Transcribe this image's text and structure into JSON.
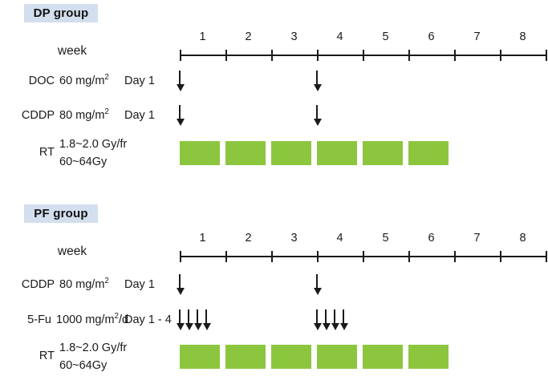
{
  "figure": {
    "type": "treatment-schedule-timeline",
    "accent_green": "#8cc63f",
    "label_background": "#d3deee",
    "axis_color": "#1a1a1a"
  },
  "timeline": {
    "axis_label": "week",
    "week_numbers": [
      "1",
      "2",
      "3",
      "4",
      "5",
      "6",
      "7",
      "8"
    ],
    "tick_count": 9,
    "weeks_total": 8
  },
  "groups": [
    {
      "id": "dp",
      "title": "DP group",
      "week_label": "week",
      "rows": [
        {
          "id": "doc",
          "name": "DOC",
          "dose_prefix": "60 mg/m",
          "dose_sup": "2",
          "schedule": "Day 1",
          "arrow_weeks": [
            1,
            4
          ],
          "arrows_per_cluster": 1
        },
        {
          "id": "cddp",
          "name": "CDDP",
          "dose_prefix": "80 mg/m",
          "dose_sup": "2",
          "schedule": "Day 1",
          "arrow_weeks": [
            1,
            4
          ],
          "arrows_per_cluster": 1
        },
        {
          "id": "rt",
          "name": "RT",
          "dose_line1": "1.8~2.0 Gy/fr",
          "dose_line2": "60~64Gy",
          "schedule": "",
          "bar_weeks": [
            1,
            2,
            3,
            4,
            5,
            6
          ]
        }
      ]
    },
    {
      "id": "pf",
      "title": "PF group",
      "week_label": "week",
      "rows": [
        {
          "id": "cddp",
          "name": "CDDP",
          "dose_prefix": "80 mg/m",
          "dose_sup": "2",
          "schedule": "Day 1",
          "arrow_weeks": [
            1,
            4
          ],
          "arrows_per_cluster": 1
        },
        {
          "id": "5fu",
          "name": "5-Fu",
          "dose_prefix": "1000 mg/m",
          "dose_sup": "2",
          "dose_suffix": "/d",
          "schedule": "Day 1 - 4",
          "arrow_weeks": [
            1,
            4
          ],
          "arrows_per_cluster": 4
        },
        {
          "id": "rt",
          "name": "RT",
          "dose_line1": "1.8~2.0 Gy/fr",
          "dose_line2": "60~64Gy",
          "schedule": "",
          "bar_weeks": [
            1,
            2,
            3,
            4,
            5,
            6
          ]
        }
      ]
    }
  ]
}
